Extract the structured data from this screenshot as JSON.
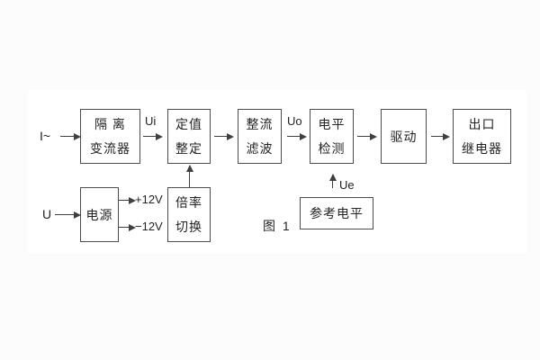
{
  "figure": {
    "caption": "图 1"
  },
  "blocks": {
    "isolation_ct": {
      "line1": "隔 离",
      "line2": "变流器"
    },
    "setting": {
      "line1": "定值",
      "line2": "整定"
    },
    "rectify_filter": {
      "line1": "整流",
      "line2": "滤波"
    },
    "level_detect": {
      "line1": "电平",
      "line2": "检测"
    },
    "drive": {
      "label": "驱动"
    },
    "output_relay": {
      "line1": "出口",
      "line2": "继电器"
    },
    "power": {
      "label": "电源"
    },
    "ratio_switch": {
      "line1": "倍率",
      "line2": "切换"
    },
    "reference_level": {
      "label": "参考电平"
    }
  },
  "signals": {
    "input_current": "I~",
    "ui": "Ui",
    "uo": "Uo",
    "ue": "Ue",
    "input_voltage": "U",
    "rail_pos": "+12V",
    "rail_neg": "−12V"
  },
  "colors": {
    "background": "#fcfcfc",
    "panel": "#ffffff",
    "line": "#3f3f3f",
    "text": "#232323"
  }
}
